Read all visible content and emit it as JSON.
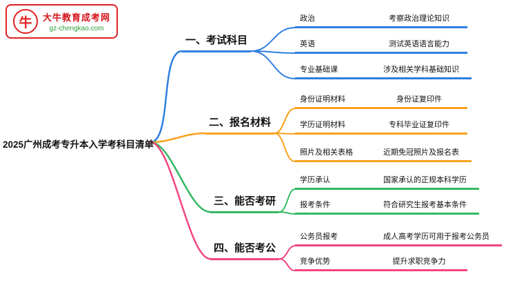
{
  "logo": {
    "brand": "大牛教育成考网",
    "domain": "gz-chengkao.com",
    "icon": "bull-icon"
  },
  "title": "2025广州成考专升本入学考科目清单",
  "colors": {
    "blue": "#2E7DE0",
    "orange": "#F9A11B",
    "green": "#33B861",
    "pink": "#F2447E"
  },
  "branches": [
    {
      "label": "一、考试科目",
      "color": "#2E7DE0",
      "items": [
        {
          "label": "政治",
          "desc": "考察政治理论知识"
        },
        {
          "label": "英语",
          "desc": "测试英语语言能力"
        },
        {
          "label": "专业基础课",
          "desc": "涉及相关学科基础知识"
        }
      ]
    },
    {
      "label": "二、报名材料",
      "color": "#F9A11B",
      "items": [
        {
          "label": "身份证明材料",
          "desc": "身份证复印件"
        },
        {
          "label": "学历证明材料",
          "desc": "专科毕业证复印件"
        },
        {
          "label": "照片及相关表格",
          "desc": "近期免冠照片及报名表"
        }
      ]
    },
    {
      "label": "三、能否考研",
      "color": "#33B861",
      "items": [
        {
          "label": "学历承认",
          "desc": "国家承认的正规本科学历"
        },
        {
          "label": "报考条件",
          "desc": "符合研究生报考基本条件"
        }
      ]
    },
    {
      "label": "四、能否考公",
      "color": "#F2447E",
      "items": [
        {
          "label": "公务员报考",
          "desc": "成人高考学历可用于报考公务员"
        },
        {
          "label": "竞争优势",
          "desc": "提升求职竞争力"
        }
      ]
    }
  ]
}
